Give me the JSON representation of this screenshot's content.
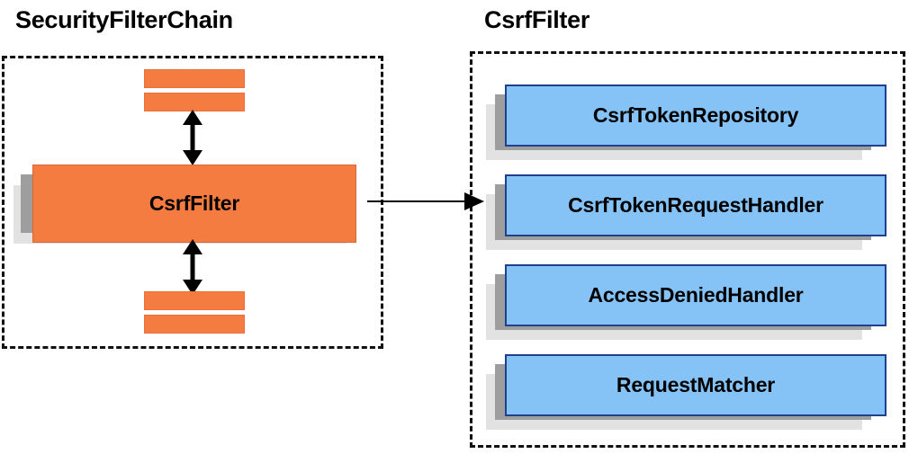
{
  "diagram": {
    "background_color": "#ffffff",
    "accent_orange": "#F47C40",
    "accent_blue": "#85C2F5",
    "blue_border": "#1f3f8f",
    "shadow_dark": "#9e9e9e",
    "shadow_light": "#e2e2e2"
  },
  "left_panel": {
    "title": "SecurityFilterChain",
    "main_box_label": "CsrfFilter",
    "filter_bars": [
      {
        "name": "filter-bar-top-1"
      },
      {
        "name": "filter-bar-top-2"
      },
      {
        "name": "filter-bar-bottom-1"
      },
      {
        "name": "filter-bar-bottom-2"
      }
    ],
    "arrows": [
      {
        "name": "double-arrow-up",
        "direction": "vertical-bidirectional"
      },
      {
        "name": "double-arrow-down",
        "direction": "vertical-bidirectional"
      }
    ]
  },
  "connector": {
    "name": "security-filter-chain-to-csrf-filter",
    "direction": "left-to-right"
  },
  "right_panel": {
    "title": "CsrfFilter",
    "dependencies": [
      {
        "label": "CsrfTokenRepository"
      },
      {
        "label": "CsrfTokenRequestHandler"
      },
      {
        "label": "AccessDeniedHandler"
      },
      {
        "label": "RequestMatcher"
      }
    ]
  }
}
